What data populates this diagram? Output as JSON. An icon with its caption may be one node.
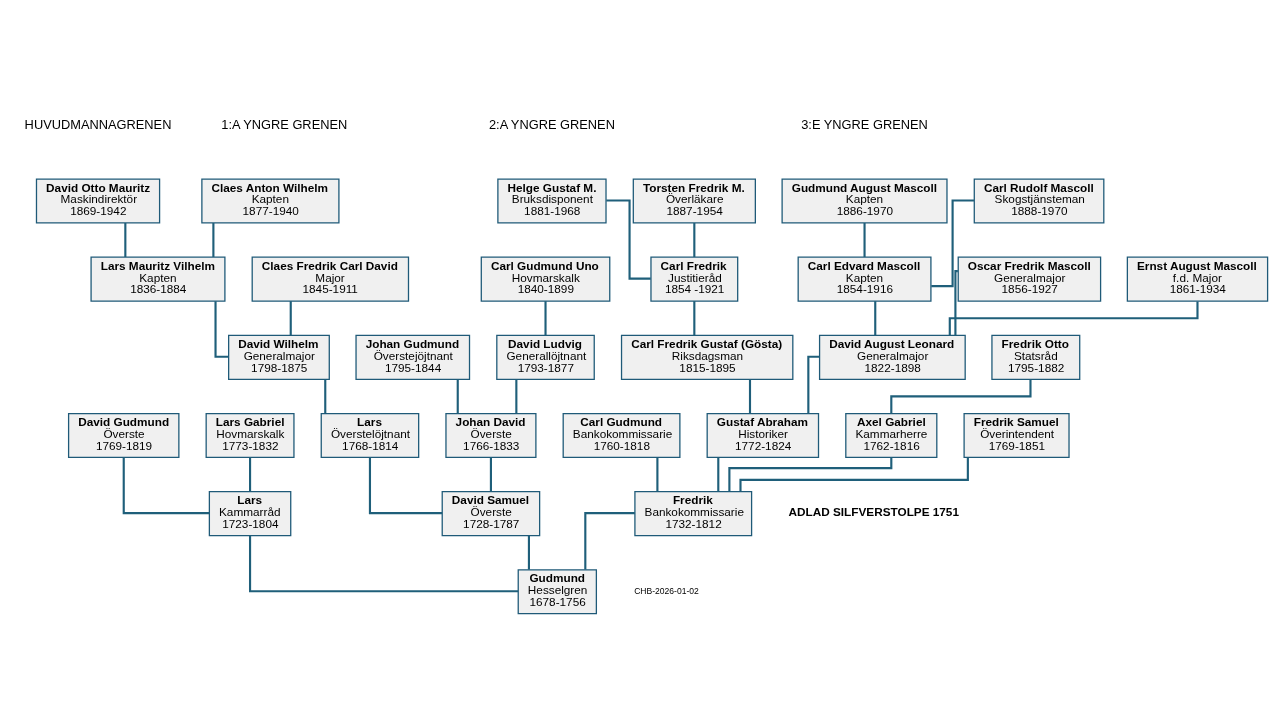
{
  "diagram": {
    "nodes": [
      {
        "text": [
          "David Otto Mauritz",
          "Maskindirektör",
          "1869-1942"
        ]
      },
      {
        "text": [
          "Claes Anton Wilhelm",
          "Kapten",
          "1877-1940"
        ]
      },
      {
        "text": [
          "Helge Gustaf M.",
          "Bruksdisponent",
          "1881-1968"
        ]
      },
      {
        "text": [
          "Torsten Fredrik M.",
          "Överläkare",
          "1887-1954"
        ]
      },
      {
        "text": [
          "Gudmund August Mascoll",
          "Kapten",
          "1886-1970"
        ]
      },
      {
        "text": [
          "Carl Rudolf Mascoll",
          "Skogstjänsteman",
          "1888-1970"
        ]
      },
      {
        "text": [
          "Lars Mauritz Vilhelm",
          "Kapten",
          "1836-1884"
        ]
      },
      {
        "text": [
          "Claes Fredrik Carl David",
          "Major",
          "1845-1911"
        ]
      },
      {
        "text": [
          "Carl Gudmund Uno",
          "Hovmarskalk",
          "1840-1899"
        ]
      },
      {
        "text": [
          "Carl Fredrik",
          "Justitieråd",
          "1854 -1921"
        ]
      },
      {
        "text": [
          "Carl Edvard Mascoll",
          "Kapten",
          "1854-1916"
        ]
      },
      {
        "text": [
          "Oscar Fredrik Mascoll",
          "Generalmajor",
          "1856-1927"
        ]
      },
      {
        "text": [
          "Ernst August Mascoll",
          "f.d. Major",
          "1861-1934"
        ]
      },
      {
        "text": [
          "David Wilhelm",
          "Generalmajor",
          "1798-1875"
        ]
      },
      {
        "text": [
          "Johan Gudmund",
          "Överstejöjtnant",
          "1795-1844"
        ]
      },
      {
        "text": [
          "David Ludvig",
          "Generallöjtnant",
          "1793-1877"
        ]
      },
      {
        "text": [
          "Carl Fredrik Gustaf (Gösta)",
          "Riksdagsman",
          "1815-1895"
        ]
      },
      {
        "text": [
          "David August Leonard",
          "Generalmajor",
          "1822-1898"
        ]
      },
      {
        "text": [
          "Fredrik Otto",
          "Statsråd",
          "1795-1882"
        ]
      },
      {
        "text": [
          "David Gudmund",
          "Överste",
          "1769-1819"
        ]
      },
      {
        "text": [
          "Lars Gabriel",
          "Hovmarskalk",
          "1773-1832"
        ]
      },
      {
        "text": [
          "Lars",
          "Överstelöjtnant",
          "1768-1814"
        ]
      },
      {
        "text": [
          "Johan David",
          "Överste",
          "1766-1833"
        ]
      },
      {
        "text": [
          "Carl Gudmund",
          "Bankokommissarie",
          "1760-1818"
        ]
      },
      {
        "text": [
          "Gustaf Abraham",
          "Historiker",
          "1772-1824"
        ]
      },
      {
        "text": [
          "Axel Gabriel",
          "Kammarherre",
          "1762-1816"
        ]
      },
      {
        "text": [
          "Fredrik Samuel",
          "Överintendent",
          "1769-1851"
        ]
      },
      {
        "text": [
          "Lars",
          "Kammarråd",
          "1723-1804"
        ]
      },
      {
        "text": [
          "David Samuel",
          "Överste",
          "1728-1787"
        ]
      },
      {
        "text": [
          "Fredrik",
          "Bankokommissarie",
          "1732-1812"
        ]
      },
      {
        "text": [
          "Gudmund",
          "Hesselgren",
          "1678-1756"
        ]
      }
    ],
    "edges": [
      {
        "from": 30,
        "to": 27,
        "arrow": "none"
      },
      {
        "from": 30,
        "to": 28,
        "arrow": "none"
      },
      {
        "from": 30,
        "to": 29,
        "arrow": "none"
      },
      {
        "from": 27,
        "to": 19,
        "arrow": "none"
      },
      {
        "from": 27,
        "to": 20,
        "arrow": "none"
      },
      {
        "from": 28,
        "to": 21,
        "arrow": "none"
      },
      {
        "from": 28,
        "to": 22,
        "arrow": "none"
      },
      {
        "from": 29,
        "to": 23,
        "arrow": "none"
      },
      {
        "from": 29,
        "to": 24,
        "arrow": "none"
      },
      {
        "from": 29,
        "to": 25,
        "arrow": "none"
      },
      {
        "from": 29,
        "to": 26,
        "arrow": "none"
      },
      {
        "from": 21,
        "to": 13,
        "arrow": "none"
      },
      {
        "from": 22,
        "to": 14,
        "arrow": "none"
      },
      {
        "from": 22,
        "to": 15,
        "arrow": "none"
      },
      {
        "from": 24,
        "to": 16,
        "arrow": "none"
      },
      {
        "from": 24,
        "to": 17,
        "arrow": "none"
      },
      {
        "from": 25,
        "to": 18,
        "arrow": "none"
      },
      {
        "from": 13,
        "to": 6,
        "arrow": "none"
      },
      {
        "from": 13,
        "to": 7,
        "arrow": "none"
      },
      {
        "from": 15,
        "to": 8,
        "arrow": "none"
      },
      {
        "from": 16,
        "to": 9,
        "arrow": "none"
      },
      {
        "from": 17,
        "to": 10,
        "arrow": "none"
      },
      {
        "from": 17,
        "to": 11,
        "arrow": "none"
      },
      {
        "from": 17,
        "to": 12,
        "arrow": "none"
      },
      {
        "from": 6,
        "to": 0,
        "arrow": "none"
      },
      {
        "from": 6,
        "to": 1,
        "arrow": "none"
      },
      {
        "from": 9,
        "to": 2,
        "arrow": "none"
      },
      {
        "from": 9,
        "to": 3,
        "arrow": "none"
      },
      {
        "from": 10,
        "to": 4,
        "arrow": "none"
      },
      {
        "from": 10,
        "to": 5,
        "arrow": "none"
      }
    ],
    "labels": [
      "HUVUDMANNAGRENEN",
      "1:A YNGRE GRENEN",
      "2:A YNGRE GRENEN",
      "3:E YNGRE GRENEN",
      "ADLAD SILFVERSTOLPE 1751",
      "CHB-2026-01-02"
    ]
  }
}
